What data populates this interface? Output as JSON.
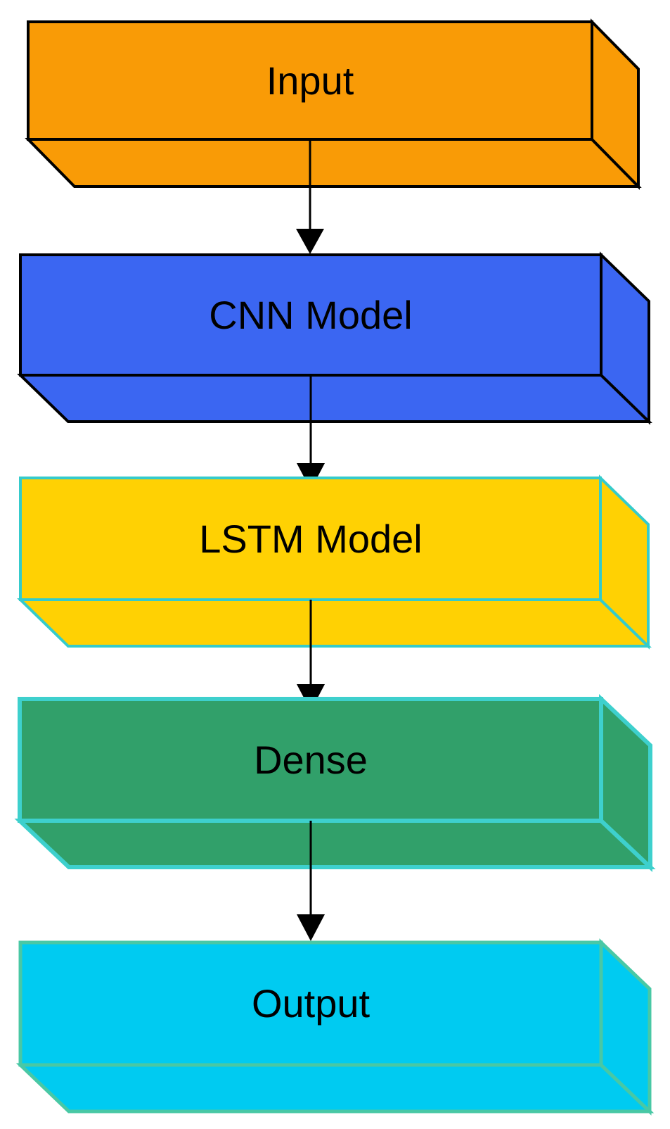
{
  "diagram": {
    "type": "flowchart-vertical",
    "background": "#ffffff",
    "text_color": "#000000",
    "arrow_color": "#000000",
    "nodes": [
      {
        "id": "input",
        "label": "Input",
        "fill": "#F99B06",
        "border": "#000000"
      },
      {
        "id": "cnn",
        "label": "CNN Model",
        "fill": "#3B66F2",
        "border": "#000000"
      },
      {
        "id": "lstm",
        "label": "LSTM Model",
        "fill": "#FFD103",
        "border": "#35CBCB"
      },
      {
        "id": "dense",
        "label": "Dense",
        "fill": "#31A06A",
        "border": "#3ED0CD"
      },
      {
        "id": "output",
        "label": "Output",
        "fill": "#00CBF1",
        "border": "#49C8A5"
      }
    ],
    "edges": [
      {
        "from": "input",
        "to": "cnn"
      },
      {
        "from": "cnn",
        "to": "lstm"
      },
      {
        "from": "lstm",
        "to": "dense"
      },
      {
        "from": "dense",
        "to": "output"
      }
    ]
  }
}
